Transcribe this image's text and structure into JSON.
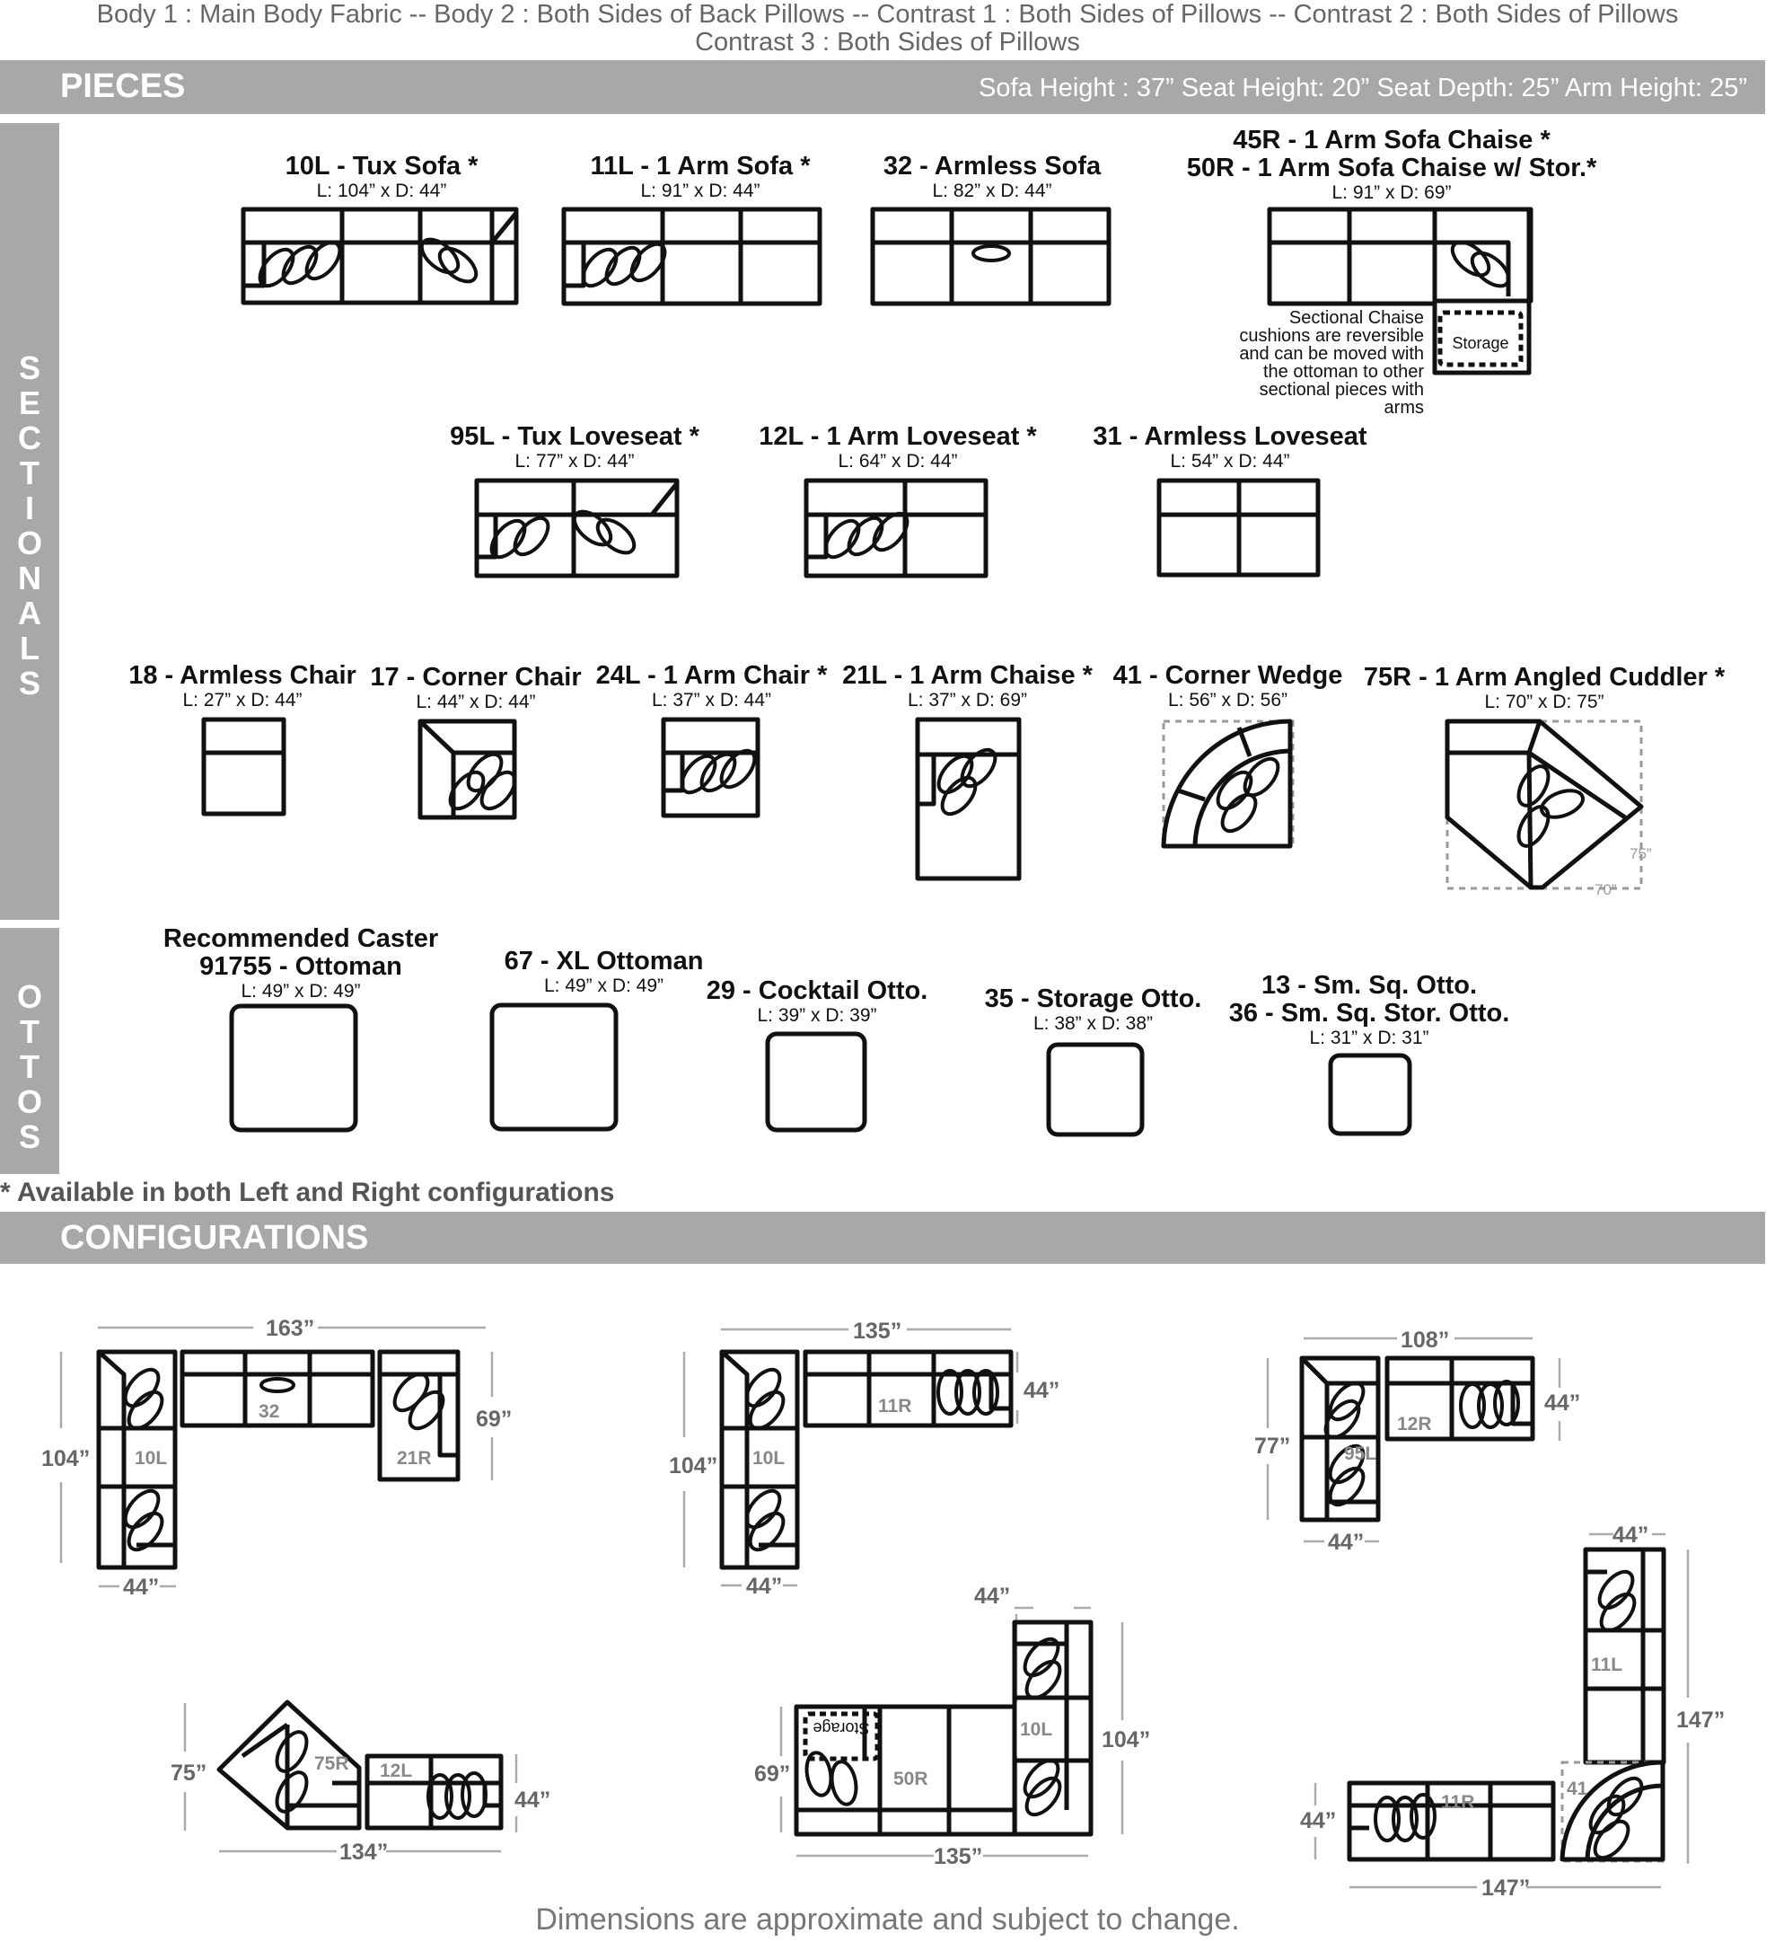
{
  "fabric": {
    "line1": "Body 1 : Main Body Fabric -- Body 2 : Both Sides of Back Pillows -- Contrast 1 : Both Sides of Pillows -- Contrast 2 : Both Sides of Pillows",
    "line2": "Contrast 3 : Both Sides of Pillows"
  },
  "pieces_bar": {
    "title": "PIECES",
    "dims": "Sofa Height : 37”   Seat Height: 20”   Seat Depth: 25”   Arm Height: 25”"
  },
  "sidebars": {
    "sectionals": "SECTIONALS",
    "ottos": "OTTOS"
  },
  "sectionals": [
    {
      "name": "10L - Tux Sofa *",
      "dim": "L: 104” x D: 44”"
    },
    {
      "name": "11L - 1 Arm Sofa *",
      "dim": "L: 91” x D: 44”"
    },
    {
      "name": "32 - Armless Sofa",
      "dim": "L: 82” x D: 44”"
    },
    {
      "name": "45R - 1 Arm Sofa Chaise *",
      "name2": "50R - 1 Arm Sofa Chaise w/ Stor.*",
      "dim": "L: 91” x D: 69”"
    },
    {
      "name": "95L - Tux Loveseat *",
      "dim": "L: 77” x D: 44”"
    },
    {
      "name": "12L - 1 Arm Loveseat *",
      "dim": "L: 64” x D: 44”"
    },
    {
      "name": "31 - Armless Loveseat",
      "dim": "L: 54” x D: 44”"
    },
    {
      "name": "18 - Armless Chair",
      "dim": "L: 27” x D: 44”"
    },
    {
      "name": "17 - Corner Chair",
      "dim": "L: 44” x D: 44”"
    },
    {
      "name": "24L - 1 Arm Chair *",
      "dim": "L: 37” x D: 44”"
    },
    {
      "name": "21L - 1 Arm Chaise *",
      "dim": "L: 37” x D: 69”"
    },
    {
      "name": "41 - Corner Wedge",
      "dim": "L: 56” x D: 56”"
    },
    {
      "name": "75R - 1 Arm Angled Cuddler *",
      "dim": "L: 70” x D: 75”"
    }
  ],
  "chaise_note": [
    "Sectional Chaise",
    "cushions are  reversible",
    "and can be moved with",
    "the ottoman to other",
    "sectional pieces with",
    "arms"
  ],
  "storage_label": "Storage",
  "cuddler_dims": {
    "depth": "75”",
    "length": "70”"
  },
  "ottos": [
    {
      "name": "Recommended Caster",
      "name2": "91755 - Ottoman",
      "dim": "L: 49” x D: 49”"
    },
    {
      "name": "67 - XL Ottoman",
      "dim": "L: 49” x D: 49”"
    },
    {
      "name": "29 - Cocktail Otto.",
      "dim": "L: 39” x D: 39”"
    },
    {
      "name": "35 - Storage Otto.",
      "dim": "L: 38” x D: 38”"
    },
    {
      "name": "13 - Sm. Sq. Otto.",
      "name2": "36 - Sm. Sq. Stor. Otto.",
      "dim": "L: 31” x D: 31”"
    }
  ],
  "available_note": "* Available in both Left and Right configurations",
  "config_bar": {
    "title": "CONFIGURATIONS"
  },
  "configs": {
    "c1": {
      "w": "163”",
      "h": "104”",
      "r": "69”",
      "b": "44”",
      "p1": "32",
      "p2": "10L",
      "p3": "21R"
    },
    "c2": {
      "w": "135”",
      "h": "104”",
      "r": "44”",
      "b": "44”",
      "p1": "11R",
      "p2": "10L"
    },
    "c3": {
      "w": "108”",
      "h": "77”",
      "r": "44”",
      "b": "44”",
      "p1": "12R",
      "p2": "95L"
    },
    "c4": {
      "w": "134”",
      "l": "75”",
      "r": "44”",
      "p1": "75R",
      "p2": "12L"
    },
    "c5": {
      "w": "135”",
      "l": "69”",
      "r": "104”",
      "t": "44”",
      "p1": "50R",
      "p2": "10L",
      "storage": "Storage"
    },
    "c6": {
      "w": "147”",
      "l": "44”",
      "r": "147”",
      "t": "44”",
      "p1": "11L",
      "p2": "11R",
      "p3": "41"
    }
  },
  "footer": "Dimensions are approximate and subject to change."
}
